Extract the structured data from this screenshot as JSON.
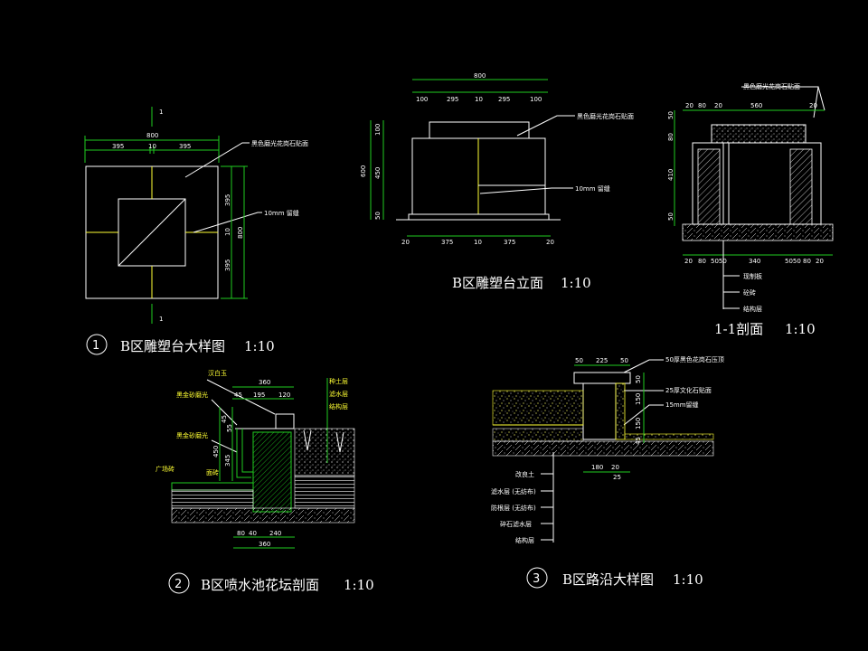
{
  "colors": {
    "background": "#000000",
    "line": "#ffffff",
    "dimension": "#1fcc1f",
    "joint": "#ffff33"
  },
  "view1": {
    "title": "B区雕塑台大样图",
    "scale": "1:10",
    "number": "1",
    "section_mark": "1",
    "dim_total": "800",
    "dim_parts": [
      "395",
      "10",
      "395"
    ],
    "dim_side_total": "800",
    "dim_side_parts": [
      "395",
      "10",
      "395"
    ],
    "note_top": "黑色磨光花岗石贴面",
    "note_joint": "10mm 留缝"
  },
  "view_elevation": {
    "title": "B区雕塑台立面",
    "scale": "1:10",
    "dim_total": "800",
    "dim_top_parts": [
      "100",
      "295",
      "10",
      "295",
      "100"
    ],
    "dim_bottom_parts": [
      "20",
      "375",
      "10",
      "375",
      "20"
    ],
    "dim_left_total": "600",
    "dim_left_parts": [
      "100",
      "450",
      "50"
    ],
    "note_top": "黑色磨光花岗石贴面",
    "note_joint": "10mm 留缝"
  },
  "view_section11": {
    "title": "1-1剖面",
    "scale": "1:10",
    "note_top": "黑色磨光花岗石贴面",
    "dim_top_parts": [
      "20",
      "80",
      "20",
      "560",
      "20"
    ],
    "dim_left_parts": [
      "50",
      "80",
      "410",
      "50"
    ],
    "dim_bottom_parts": [
      "20",
      "80",
      "5050",
      "340",
      "5050",
      "80",
      "20"
    ],
    "layers": [
      "现制板",
      "砼砖",
      "结构层"
    ]
  },
  "view2": {
    "title": "B区喷水池花坛剖面",
    "scale": "1:10",
    "number": "2",
    "labels_left": [
      "汉白玉",
      "黑金砂磨光",
      "黑金砂磨光",
      "广场砖",
      "面砖"
    ],
    "labels_right": [
      "种土层",
      "滤水层",
      "结构层"
    ],
    "dim_top_total": "360",
    "dim_top_parts": [
      "45",
      "195",
      "120"
    ],
    "dim_left_parts": [
      "45",
      "55",
      "450",
      "345"
    ],
    "dim_bottom_parts": [
      "80",
      "40",
      "240"
    ],
    "dim_bottom_total": "360"
  },
  "view3": {
    "title": "B区路沿大样图",
    "scale": "1:10",
    "number": "3",
    "dim_top_parts": [
      "50",
      "225",
      "50"
    ],
    "notes_right": [
      "50厚黑色花岗石压顶",
      "25厚文化石贴面",
      "15mm留缝"
    ],
    "dim_right_parts": [
      "50",
      "150",
      "150",
      "45"
    ],
    "dim_bottom_parts": [
      "180",
      "20",
      "25"
    ],
    "layers": [
      "改良土",
      "滤水层 (无纺布)",
      "防根层 (无纺布)",
      "碎石滤水层",
      "结构层"
    ]
  }
}
